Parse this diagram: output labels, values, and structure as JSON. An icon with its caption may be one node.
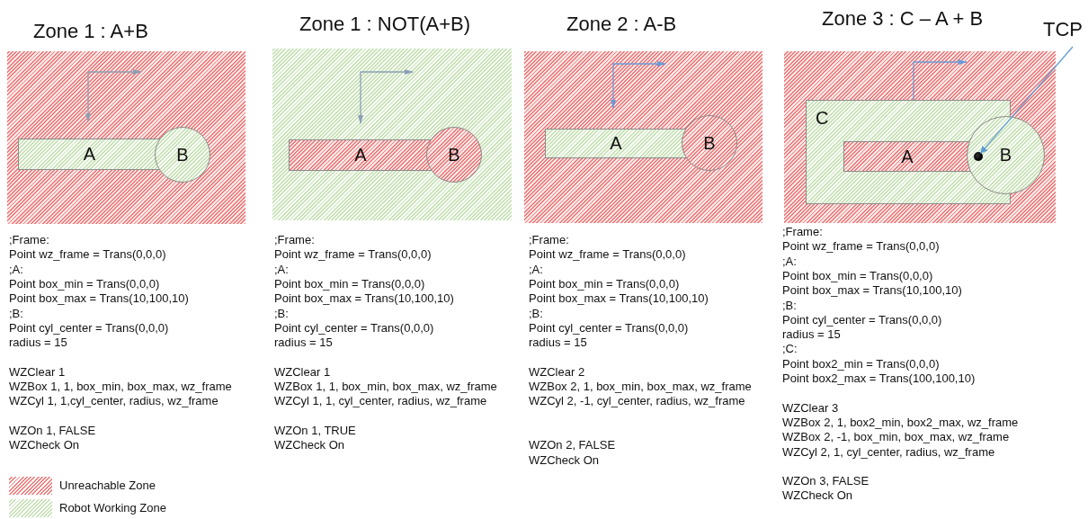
{
  "diagram": {
    "nodes": [
      {
        "text": [
          "Zone 1 : A+B"
        ]
      },
      {
        "text": [
          "A"
        ],
        "in": 0
      },
      {
        "text": [
          "B"
        ],
        "in": 0
      },
      {
        "text": [
          "Zone 1 : NOT(A+B)"
        ]
      },
      {
        "text": [
          "A"
        ],
        "in": 3
      },
      {
        "text": [
          "B"
        ],
        "in": 3
      },
      {
        "text": [
          "Zone 2 : A-B"
        ]
      },
      {
        "text": [
          "A"
        ],
        "in": 6
      },
      {
        "text": [
          "B"
        ],
        "in": 6
      },
      {
        "text": [
          "Zone 3 : C – A + B"
        ]
      },
      {
        "text": [
          "C"
        ],
        "in": 9
      },
      {
        "text": [
          "A"
        ],
        "in": 10
      },
      {
        "text": [
          "B"
        ],
        "in": 9
      },
      {
        "text": [],
        "shape": "circle"
      },
      {
        "text": [
          "TCP"
        ]
      }
    ],
    "edges": [
      {
        "from": 14,
        "to": 13,
        "arrow": "to"
      }
    ],
    "labels": [
      ";Frame:",
      "Point wz_frame = Trans(0,0,0)",
      ";A:",
      "Point box_min = Trans(0,0,0)",
      "Point box_max = Trans(10,100,10)",
      ";B:",
      "Point cyl_center = Trans(0,0,0)",
      "radius = 15",
      "WZClear 1",
      "WZBox 1, 1, box_min, box_max, wz_frame",
      "WZCyl 1, 1,cyl_center, radius, wz_frame",
      "WZOn 1, FALSE",
      "WZCheck On",
      ";Frame:",
      "Point wz_frame = Trans(0,0,0)",
      ";A:",
      "Point box_min = Trans(0,0,0)",
      "Point box_max = Trans(10,100,10)",
      ";B:",
      "Point cyl_center = Trans(0,0,0)",
      "radius = 15",
      "WZClear 1",
      "WZBox 1, 1, box_min, box_max, wz_frame",
      "WZCyl 1, 1, cyl_center, radius, wz_frame",
      "WZOn 1, TRUE",
      "WZCheck On",
      ";Frame:",
      "Point wz_frame = Trans(0,0,0)",
      ";A:",
      "Point box_min = Trans(0,0,0)",
      "Point box_max = Trans(10,100,10)",
      ";B:",
      "Point cyl_center = Trans(0,0,0)",
      "radius = 15",
      "WZClear 2",
      "WZBox 2, 1, box_min, box_max, wz_frame",
      "WZCyl 2, -1, cyl_center, radius, wz_frame",
      "WZOn 2, FALSE",
      "WZCheck On",
      ";Frame:",
      "Point wz_frame = Trans(0,0,0)",
      ";A:",
      "Point box_min = Trans(0,0,0)",
      "Point box_max = Trans(10,100,10)",
      ";B:",
      "Point cyl_center = Trans(0,0,0)",
      "radius = 15",
      ";C:",
      "Point box2_min = Trans(0,0,0)",
      "Point box2_max = Trans(100,100,10)",
      "WZClear 3",
      "WZBox 2, 1, box2_min, box2_max, wz_frame",
      "WZBox 2, -1, box_min, box_max, wz_frame",
      "WZCyl 2, 1, cyl_center, radius, wz_frame",
      "WZOn 3, FALSE",
      "WZCheck On"
    ],
    "legend": [
      {
        "text": "Unreachable Zone",
        "color": "#f07b7b"
      },
      {
        "text": "Robot Working Zone",
        "color": "#c6e0b4"
      }
    ]
  }
}
